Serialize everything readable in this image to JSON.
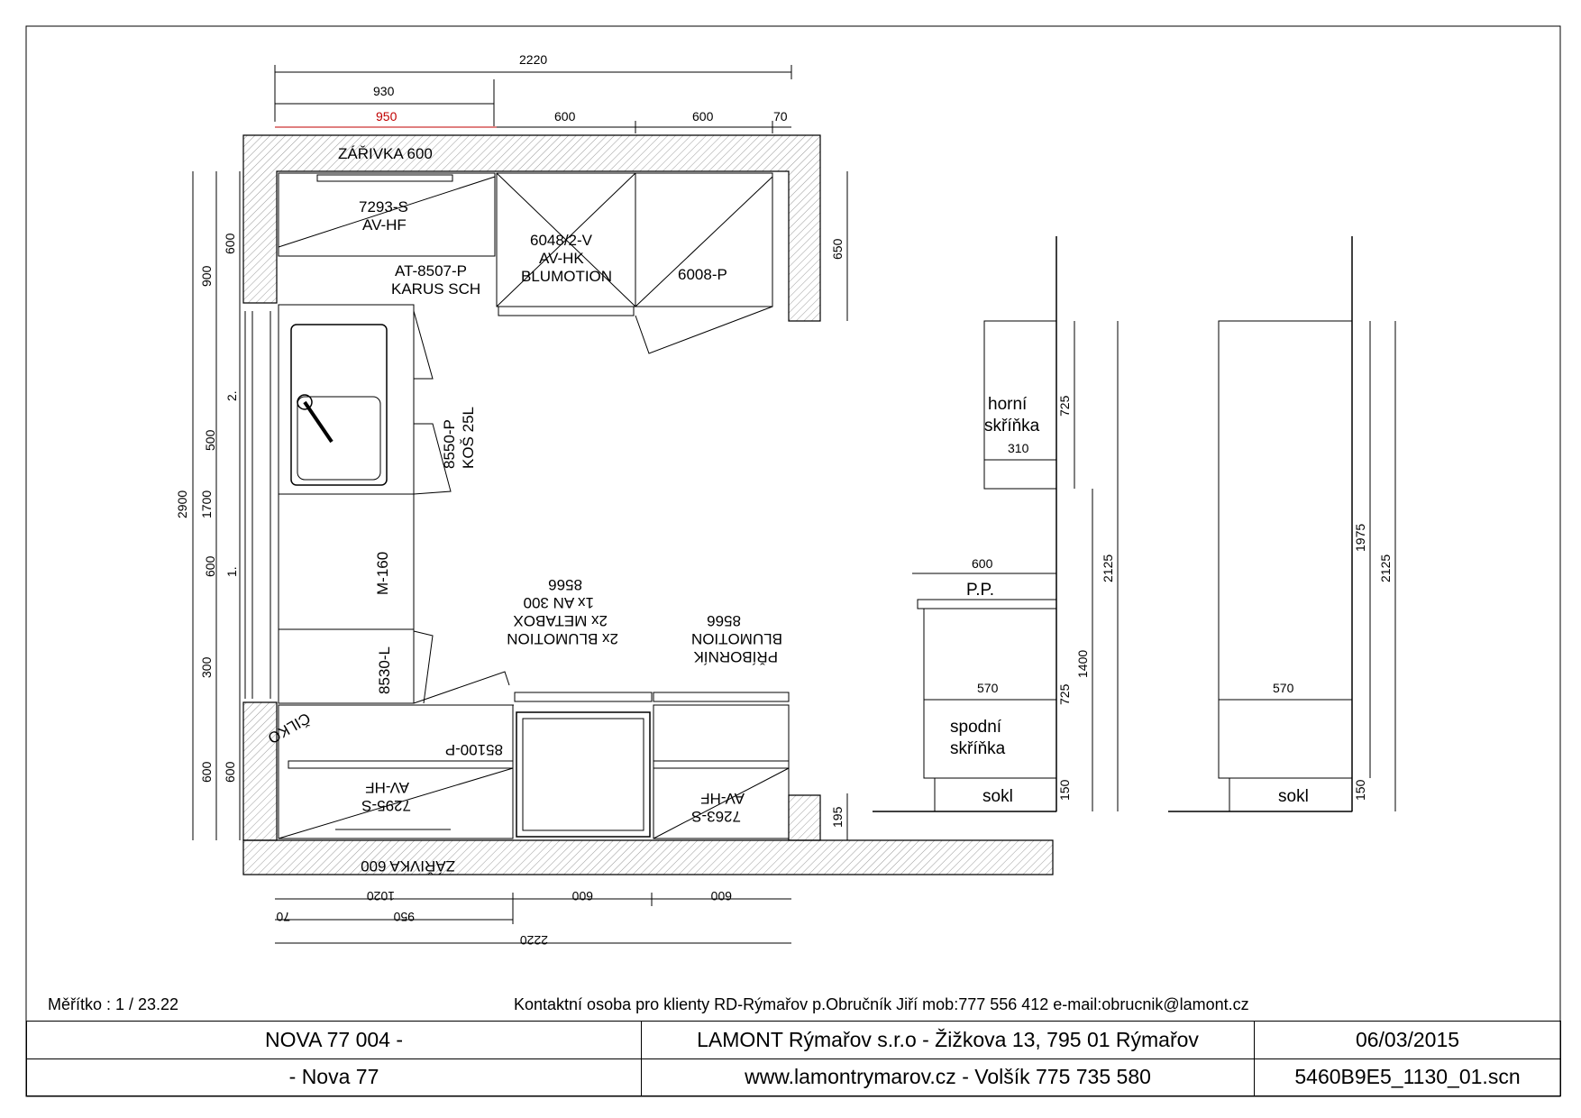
{
  "scale": {
    "label": "Měřítko : 1 / 23.22"
  },
  "contact": {
    "text": "Kontaktní osoba pro klienty RD-Rýmařov p.Obručník Jiří mob:777 556 412 e-mail:obrucnik@lamont.cz"
  },
  "title_block": {
    "r1c1": "NOVA 77 004 -",
    "r1c2": "LAMONT Rýmařov s.r.o - Žižkova 13, 795 01 Rýmařov",
    "r1c3": "06/03/2015",
    "r2c1": "-  Nova 77",
    "r2c2": "www.lamontrymarov.cz - Volšík 775 735 580",
    "r2c3": "5460B9E5_1130_01.scn"
  },
  "dims": {
    "top_total": "2220",
    "top_930": "930",
    "top_950": "950",
    "top_600a": "600",
    "top_600b": "600",
    "top_70": "70",
    "left_2900": "2900",
    "left_900": "900",
    "left_1700": "1700",
    "left_300": "300",
    "left_600_bottom": "600",
    "left_600_top": "600",
    "left_500": "500",
    "left_600_mid": "600",
    "left_600_low": "600",
    "right_650": "650",
    "right_195": "195",
    "bot_1020": "1020",
    "bot_600a": "600",
    "bot_600b": "600",
    "bot_70": "70",
    "bot_950": "950",
    "bot_total": "2220"
  },
  "labels": {
    "zarivka_top": "ZÁŘIVKA 600",
    "cab_7293": "7293-S",
    "cab_7293_av": "AV-HF",
    "cab_6048": "6048/2-V",
    "cab_6048_av": "AV-HK",
    "cab_6048_blum": "BLUMOTION",
    "cab_6008": "6008-P",
    "hood_at": "AT-8507-P",
    "hood_karus": "KARUS SCH",
    "cab_8550": "8550-P",
    "cab_kos": "KOŠ 25L",
    "sec_2": "2.",
    "sec_1": "1.",
    "m160": "M-160",
    "cab_8530": "8530-L",
    "note_2x_blum": "2x BLUMOTION",
    "note_metabox": "2x METABOX",
    "note_an300": "1x AN 300",
    "note_8566a": "8566",
    "note_pribornik": "PŘÍBORNÍK",
    "note_blumotion": "BLUMOTION",
    "note_8566b": "8566",
    "cilko": "ČILKO",
    "cab_85100": "85100-P",
    "cab_7295": "7295-S",
    "cab_7295_av": "AV-HF",
    "cab_7263": "7263-S",
    "cab_7263_av": "AV-HF",
    "zarivka_bottom": "ZÁŘIVKA 600"
  },
  "elevation1": {
    "horni": "horní",
    "skrinka_top": "skříňka",
    "d310": "310",
    "d725_top": "725",
    "d2125": "2125",
    "d600": "600",
    "pp": "P.P.",
    "d1400": "1400",
    "d570": "570",
    "d725_bottom": "725",
    "spodni": "spodní",
    "skrinka_bottom": "skříňka",
    "sokl": "sokl",
    "d150": "150"
  },
  "elevation2": {
    "d1975": "1975",
    "d2125": "2125",
    "d570": "570",
    "sokl": "sokl",
    "d150": "150"
  }
}
